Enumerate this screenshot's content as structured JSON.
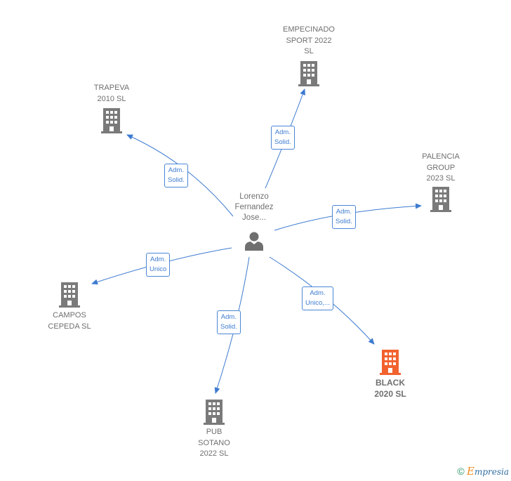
{
  "center": {
    "name": "Lorenzo\nFernandez\nJose..."
  },
  "companies": [
    {
      "id": "empecinado",
      "name": "EMPECINADO\nSPORT 2022\nSL",
      "role": "Adm.\nSolid.",
      "highlight": false
    },
    {
      "id": "trapeva",
      "name": "TRAPEVA\n2010 SL",
      "role": "Adm.\nSolid.",
      "highlight": false
    },
    {
      "id": "palencia",
      "name": "PALENCIA\nGROUP\n2023 SL",
      "role": "Adm.\nSolid.",
      "highlight": false
    },
    {
      "id": "campos",
      "name": "CAMPOS\nCEPEDA SL",
      "role": "Adm.\nUnico",
      "highlight": false
    },
    {
      "id": "pub",
      "name": "PUB\nSOTANO\n2022 SL",
      "role": "Adm.\nSolid.",
      "highlight": false
    },
    {
      "id": "black",
      "name": "BLACK\n2020 SL",
      "role": "Adm.\nUnico,...",
      "highlight": true
    }
  ],
  "colors": {
    "edge": "#3d7bd0",
    "building": "#7a7a7a",
    "building_highlight": "#f2622e",
    "person": "#6f6f6f"
  },
  "icons": {
    "company": "building-icon",
    "person": "person-icon"
  },
  "footer": {
    "copyright": "©",
    "brand_initial": "E",
    "brand_rest": "mpresia"
  }
}
